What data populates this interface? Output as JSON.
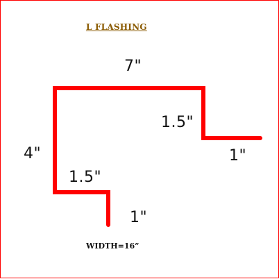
{
  "title": "L  FLASHING",
  "dimensions": {
    "top": "7\"",
    "left": "4\"",
    "right_drop": "1.5\"",
    "right_flange": "1\"",
    "bottom_drop": "1.5\"",
    "bottom_flange": "1\""
  },
  "note": "WIDTH=16”",
  "colors": {
    "border": "#ff0000",
    "profile_line": "#ff0000",
    "title": "#8a5a00",
    "text": "#111111"
  }
}
